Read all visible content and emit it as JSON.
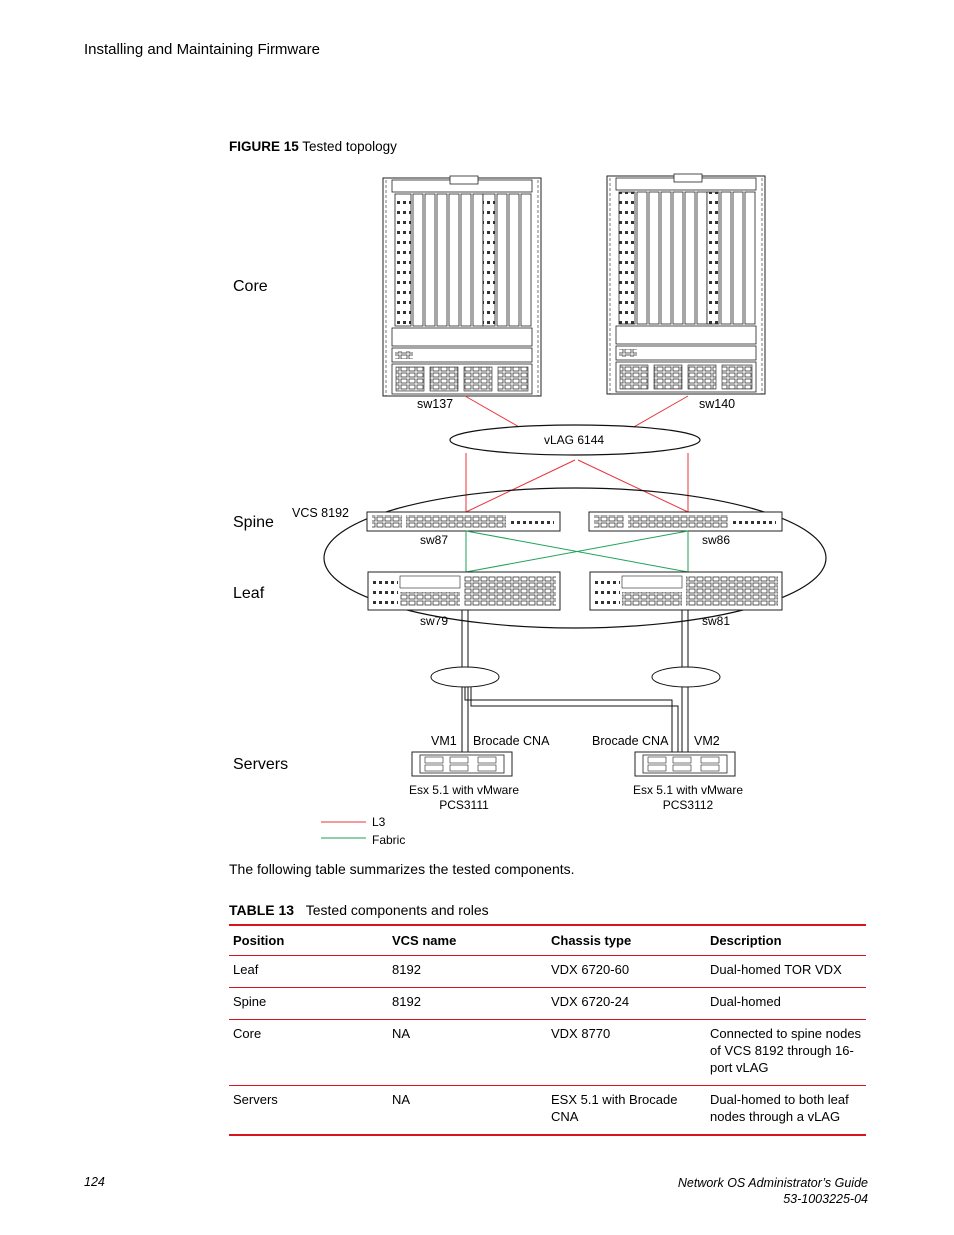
{
  "header": {
    "title": "Installing and Maintaining Firmware"
  },
  "figure": {
    "label": "FIGURE 15",
    "caption": "Tested topology",
    "tiers": {
      "core": "Core",
      "spine": "Spine",
      "leaf": "Leaf",
      "servers": "Servers"
    },
    "switches": {
      "sw137": "sw137",
      "sw140": "sw140",
      "sw87": "sw87",
      "sw86": "sw86",
      "sw79": "sw79",
      "sw81": "sw81"
    },
    "vlag": "vLAG 6144",
    "vcs": "VCS 8192",
    "servers": {
      "left": {
        "vm": "VM1",
        "cna": "Brocade CNA",
        "esx": "Esx 5.1 with vMware",
        "pcs": "PCS3111"
      },
      "right": {
        "vm": "VM2",
        "cna": "Brocade CNA",
        "esx": "Esx 5.1 with vMware",
        "pcs": "PCS3112"
      }
    },
    "legend": {
      "l3": "L3",
      "fabric": "Fabric",
      "l3_color": "#e8343a",
      "fabric_color": "#1fa25a"
    }
  },
  "intro_text": "The following table summarizes the tested components.",
  "table": {
    "label": "TABLE 13",
    "caption": "Tested components and roles",
    "headers": [
      "Position",
      "VCS name",
      "Chassis type",
      "Description"
    ],
    "rows": [
      [
        "Leaf",
        "8192",
        "VDX 6720-60",
        "Dual-homed TOR VDX"
      ],
      [
        "Spine",
        "8192",
        "VDX 6720-24",
        "Dual-homed"
      ],
      [
        "Core",
        "NA",
        "VDX 8770",
        "Connected to spine nodes of VCS 8192 through 16-port vLAG"
      ],
      [
        "Servers",
        "NA",
        "ESX 5.1 with Brocade CNA",
        "Dual-homed to both leaf nodes through a vLAG"
      ]
    ],
    "accent_color": "#d8141f"
  },
  "footer": {
    "page_number": "124",
    "doc_title": "Network OS Administrator’s Guide",
    "doc_number": "53-1003225-04"
  }
}
